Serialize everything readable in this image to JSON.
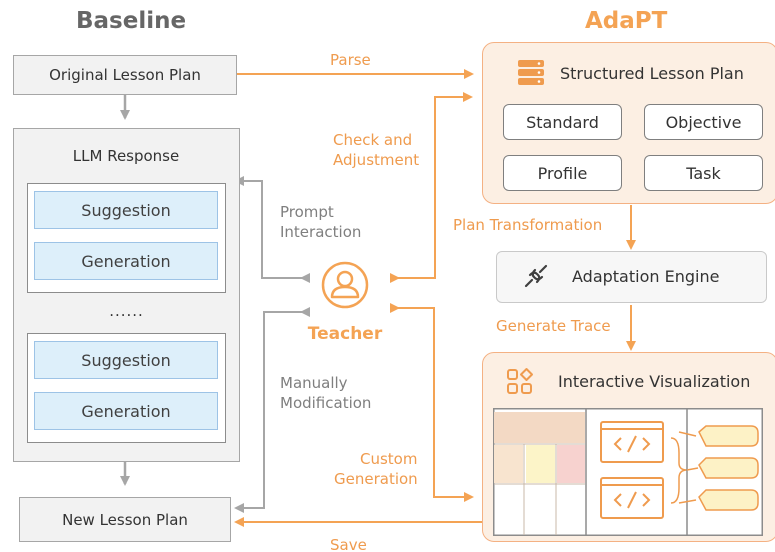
{
  "baseline": {
    "title": "Baseline",
    "original_plan": "Original Lesson Plan",
    "llm_response": "LLM Response",
    "group1": {
      "suggestion": "Suggestion",
      "generation": "Generation"
    },
    "ellipsis": "......",
    "group2": {
      "suggestion": "Suggestion",
      "generation": "Generation"
    },
    "new_plan": "New Lesson Plan"
  },
  "adapt": {
    "title": "AdaPT",
    "structured": {
      "title": "Structured Lesson Plan",
      "items": [
        "Standard",
        "Objective",
        "Profile",
        "Task"
      ]
    },
    "engine": "Adaptation Engine",
    "visualization": "Interactive Visualization"
  },
  "teacher": {
    "label": "Teacher"
  },
  "edges": {
    "parse": "Parse",
    "check_line1": "Check and",
    "check_line2": "Adjustment",
    "plan_transformation": "Plan Transformation",
    "prompt_line1": "Prompt",
    "prompt_line2": "Interaction",
    "generate_trace": "Generate Trace",
    "manual_line1": "Manually",
    "manual_line2": "Modification",
    "custom_line1": "Custom",
    "custom_line2": "Generation",
    "save": "Save"
  },
  "colors": {
    "orange": "#f4a354",
    "orange_light": "#fcefe3",
    "gray_arrow": "#a6a6a6",
    "blue_fill": "#ddeffa"
  },
  "icons": [
    "database-icon",
    "link-icon",
    "dashboard-icon",
    "person-icon",
    "code-icon"
  ]
}
